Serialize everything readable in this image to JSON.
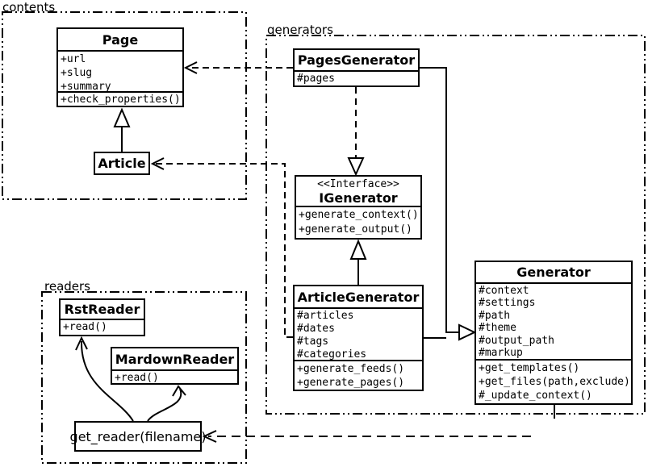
{
  "diagram_title": "UML class diagram",
  "colors": {
    "line": "#000000",
    "background": "#ffffff",
    "box_fill": "#ffffff"
  },
  "packages": {
    "contents": {
      "label": "contents"
    },
    "generators": {
      "label": "generators"
    },
    "readers": {
      "label": "readers"
    }
  },
  "classes": {
    "page": {
      "name": "Page",
      "attributes": [
        "+url",
        "+slug",
        "+summary"
      ],
      "methods": [
        "+check_properties()"
      ]
    },
    "article": {
      "name": "Article"
    },
    "pages_generator": {
      "name": "PagesGenerator",
      "attributes": [
        "#pages"
      ]
    },
    "igenerator": {
      "stereotype": "<<Interface>>",
      "name": "IGenerator",
      "methods": [
        "+generate_context()",
        "+generate_output()"
      ]
    },
    "article_generator": {
      "name": "ArticleGenerator",
      "attributes": [
        "#articles",
        "#dates",
        "#tags",
        "#categories"
      ],
      "methods": [
        "+generate_feeds()",
        "+generate_pages()"
      ]
    },
    "generator": {
      "name": "Generator",
      "attributes": [
        "#context",
        "#settings",
        "#path",
        "#theme",
        "#output_path",
        "#markup"
      ],
      "methods": [
        "+get_templates()",
        "+get_files(path,exclude)",
        "#_update_context()"
      ]
    },
    "rst_reader": {
      "name": "RstReader",
      "methods": [
        "+read()"
      ]
    },
    "mardown_reader": {
      "name": "MardownReader",
      "methods": [
        "+read()"
      ]
    },
    "get_reader": {
      "name": "get_reader(filename)"
    }
  },
  "relationships": [
    {
      "from": "Article",
      "to": "Page",
      "type": "inheritance"
    },
    {
      "from": "PagesGenerator",
      "to": "Page",
      "type": "dependency"
    },
    {
      "from": "ArticleGenerator",
      "to": "Article",
      "type": "dependency"
    },
    {
      "from": "PagesGenerator",
      "to": "IGenerator",
      "type": "realization"
    },
    {
      "from": "ArticleGenerator",
      "to": "IGenerator",
      "type": "inheritance"
    },
    {
      "from": "PagesGenerator",
      "to": "Generator",
      "type": "inheritance"
    },
    {
      "from": "ArticleGenerator",
      "to": "Generator",
      "type": "inheritance"
    },
    {
      "from": "Generator",
      "to": "get_reader(filename)",
      "type": "dependency"
    },
    {
      "from": "get_reader(filename)",
      "to": "RstReader",
      "type": "arrow"
    },
    {
      "from": "get_reader(filename)",
      "to": "MardownReader",
      "type": "arrow"
    }
  ]
}
